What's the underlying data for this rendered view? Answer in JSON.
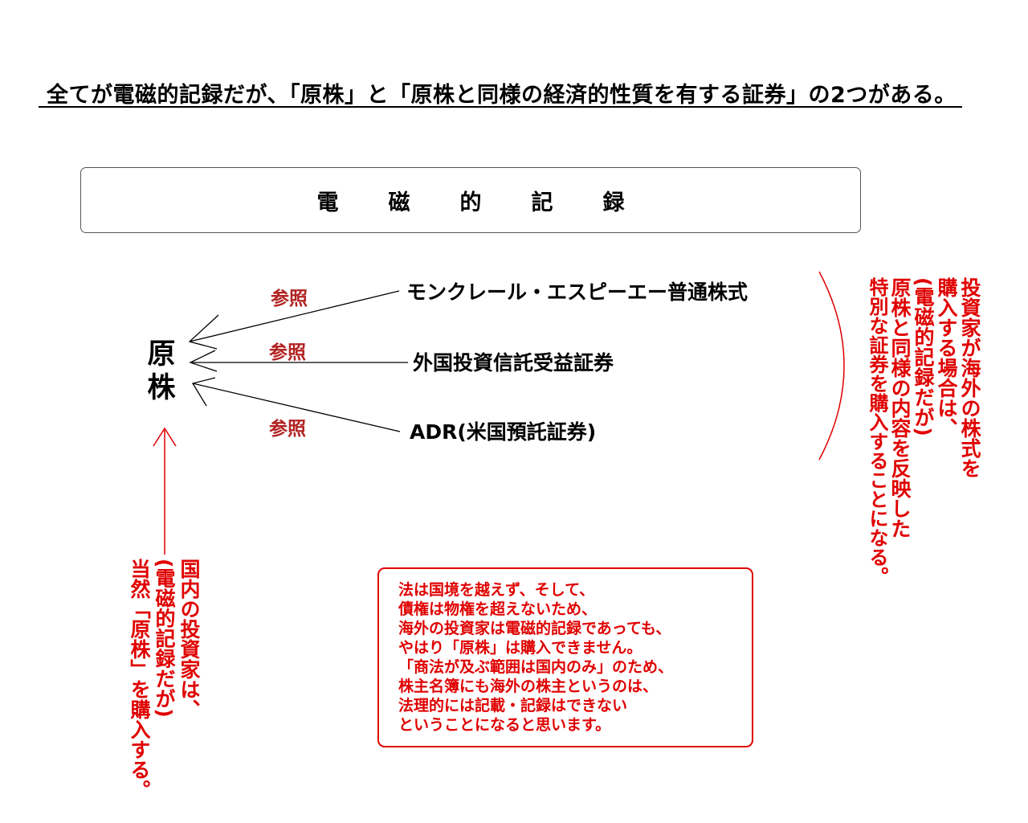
{
  "headline": "全てが電磁的記録だが、「原株」と「原株と同様の経済的性質を有する証券」の2つがある。",
  "box_title": "電磁的記録",
  "genkabu": "原株",
  "securities": [
    {
      "label": "モンクレール・エスピーエー普通株式",
      "ref": "参照"
    },
    {
      "label": "外国投資信託受益証券",
      "ref": "参照"
    },
    {
      "label": "ADR(米国預託証券)",
      "ref": "参照"
    }
  ],
  "domestic_note": [
    "国内の投資家は、",
    "(電磁的記録だが)",
    "当然「原株」を購入する。"
  ],
  "foreign_note": [
    "投資家が海外の株式を",
    "購入する場合は、",
    "(電磁的記録だが)",
    "原株と同様の内容を反映した",
    "特別な証券を購入することになる。"
  ],
  "law_note": [
    "法は国境を越えず、そして、",
    "債権は物権を超えないため、",
    "海外の投資家は電磁的記録であっても、",
    "やはり「原株」は購入できません。",
    "「商法が及ぶ範囲は国内のみ」のため、",
    "株主名簿にも海外の株主というのは、",
    "法理的には記載・記録はできない",
    "ということになると思います。"
  ],
  "colors": {
    "accent": "#e00000",
    "ref": "#b22222",
    "text": "#000000"
  }
}
